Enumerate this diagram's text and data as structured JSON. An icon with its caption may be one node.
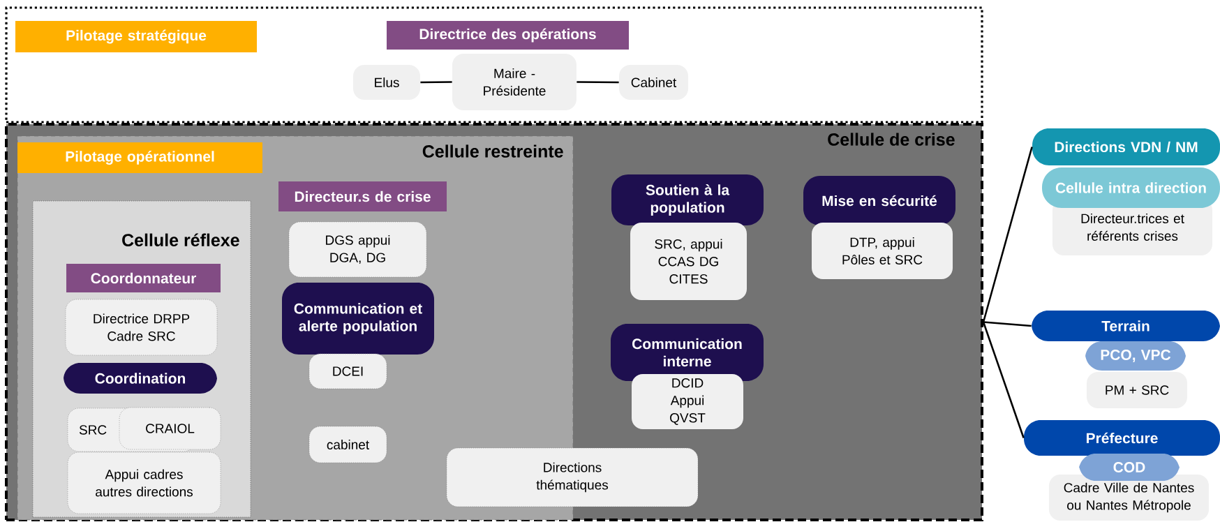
{
  "diagram": {
    "nodes": [
      {
        "text": [],
        "shape": "box"
      },
      {
        "text": [
          "Pilotage stratégique"
        ],
        "in": 0
      },
      {
        "text": [
          "Directrice des opérations"
        ],
        "in": 0
      },
      {
        "text": [
          "Elus"
        ],
        "in": 0
      },
      {
        "text": [
          "Maire - Présidente"
        ],
        "in": 0
      },
      {
        "text": [
          "Cabinet"
        ],
        "in": 0
      },
      {
        "text": [
          "Cellule de crise"
        ]
      },
      {
        "text": [
          "Cellule restreinte"
        ],
        "in": 6
      },
      {
        "text": [
          "Pilotage opérationnel"
        ],
        "in": 7
      },
      {
        "text": [
          "Directeur.s de crise"
        ],
        "in": 7
      },
      {
        "text": [
          "DGS appui DGA, DG"
        ],
        "in": 7
      },
      {
        "text": [
          "Cellule réflexe"
        ],
        "in": 7
      },
      {
        "text": [
          "Coordonnateur"
        ],
        "in": 11
      },
      {
        "text": [
          "Directrice DRPP Cadre SRC"
        ],
        "in": 11
      },
      {
        "text": [
          "Coordination"
        ],
        "in": 11
      },
      {
        "text": [
          "SRC"
        ],
        "in": 11
      },
      {
        "text": [
          "CRAIOL"
        ],
        "in": 11
      },
      {
        "text": [
          "Appui cadres autres directions"
        ],
        "in": 11
      },
      {
        "text": [
          "Communication et alerte population"
        ],
        "in": 7
      },
      {
        "text": [
          "DCEI"
        ],
        "in": 7
      },
      {
        "text": [
          "cabinet"
        ],
        "in": 7
      },
      {
        "text": [
          "Directions thématiques"
        ],
        "in": 6
      },
      {
        "text": [
          "Soutien à la population"
        ],
        "in": 6
      },
      {
        "text": [
          "SRC, appui CCAS DG CITES"
        ],
        "in": 6
      },
      {
        "text": [
          "Mise en sécurité"
        ],
        "in": 6
      },
      {
        "text": [
          "DTP, appui Pôles et SRC"
        ],
        "in": 6
      },
      {
        "text": [
          "Communication interne"
        ],
        "in": 6
      },
      {
        "text": [
          "DCID Appui QVST"
        ],
        "in": 6
      },
      {
        "text": [
          "Directions VDN / NM"
        ]
      },
      {
        "text": [
          "Cellule intra direction"
        ]
      },
      {
        "text": [
          "Directeur.trices et référents crises"
        ]
      },
      {
        "text": [
          "Terrain"
        ]
      },
      {
        "text": [
          "PCO, VPC"
        ]
      },
      {
        "text": [
          "PM + SRC"
        ]
      },
      {
        "text": [
          "Préfecture"
        ]
      },
      {
        "text": [
          "COD"
        ]
      },
      {
        "text": [
          "Cadre Ville de Nantes ou Nantes Métropole"
        ]
      }
    ],
    "edges": [
      {
        "from": 3,
        "to": 4,
        "arrow": "none"
      },
      {
        "from": 4,
        "to": 5,
        "arrow": "none"
      },
      {
        "from": 6,
        "to": 28,
        "arrow": "none"
      },
      {
        "from": 6,
        "to": 31,
        "arrow": "none"
      },
      {
        "from": 6,
        "to": 34,
        "arrow": "none"
      }
    ]
  }
}
